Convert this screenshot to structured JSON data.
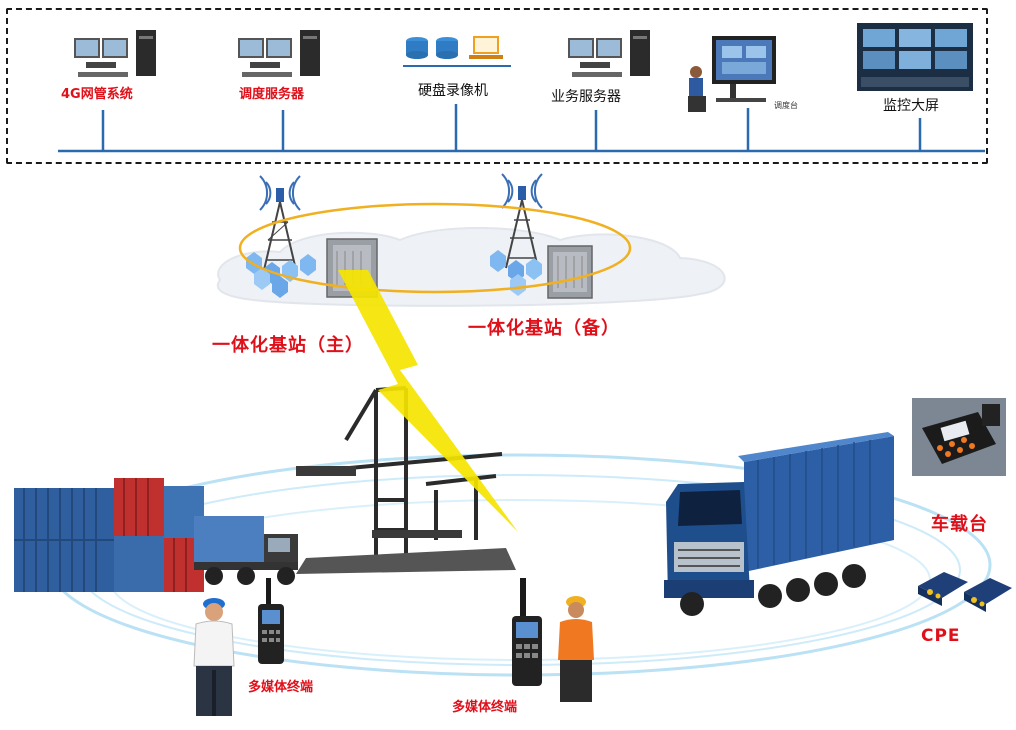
{
  "top_panel": {
    "nodes": [
      {
        "label": "4G网管系统",
        "icon": "workstation-icon"
      },
      {
        "label": "调度服务器",
        "icon": "workstation-icon"
      },
      {
        "label": "硬盘录像机",
        "icon": "storage-icon"
      },
      {
        "label": "业务服务器",
        "icon": "workstation-icon"
      },
      {
        "label": "调度台",
        "icon": "dispatch-console-icon"
      },
      {
        "label": "监控大屏",
        "icon": "monitor-wall-icon"
      }
    ]
  },
  "base_stations": {
    "primary": "一体化基站（主）",
    "backup": "一体化基站（备）"
  },
  "terminals": {
    "left": "多媒体终端",
    "right": "多媒体终端",
    "vehicle": "车载台",
    "cpe": "CPE"
  },
  "colors": {
    "label_red": "#e0101a",
    "bus_blue": "#2a6bb0",
    "ellipse_gold": "#f0b020",
    "lightning_yellow": "#f4e400",
    "container_blue": "#2f5f9e",
    "container_red": "#c0302e",
    "truck_blue": "#1f4e8c"
  }
}
